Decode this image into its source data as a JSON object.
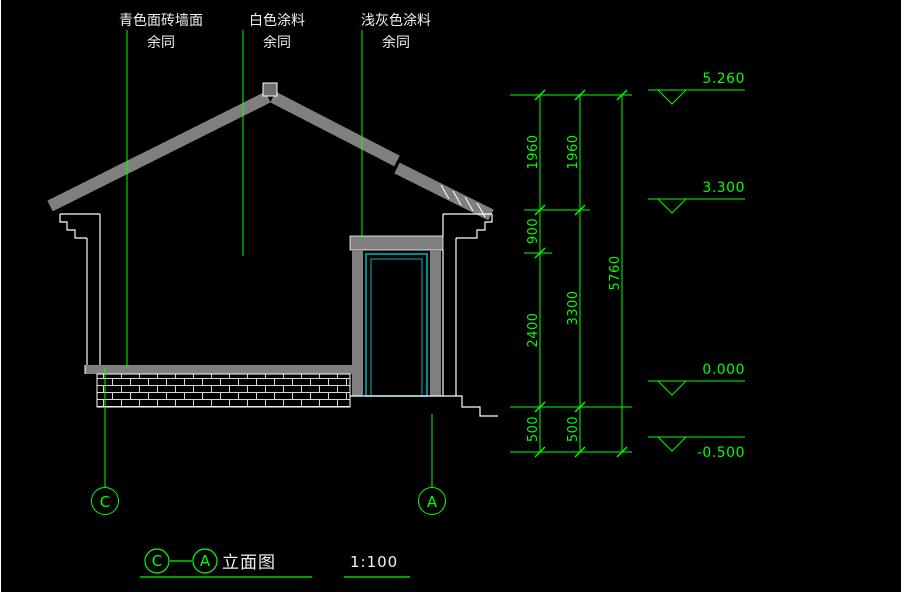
{
  "drawing": {
    "type": "architectural-elevation",
    "background": "#000000"
  },
  "materials": [
    {
      "name": "青色面砖墙面",
      "note": "余同"
    },
    {
      "name": "白色涂料",
      "note": "余同"
    },
    {
      "name": "浅灰色涂料",
      "note": "余同"
    }
  ],
  "dimensions": {
    "chain_inner": [
      "1960",
      "900",
      "2400",
      "500"
    ],
    "chain_outer": [
      "1960",
      "3300",
      "500"
    ],
    "overall": "5760"
  },
  "elevation_marks": [
    "5.260",
    "3.300",
    "0.000",
    "-0.500"
  ],
  "axis_bubbles": {
    "left": "C",
    "right": "A"
  },
  "title_block": {
    "from": "C",
    "to": "A",
    "name": "立面图",
    "scale": "1:100"
  },
  "colors": {
    "annotation_green": "#00ff00",
    "line_white": "#ffffff",
    "roof_gray": "#7f7f7f",
    "door_cyan": "#00b8b8",
    "background": "#000000"
  }
}
